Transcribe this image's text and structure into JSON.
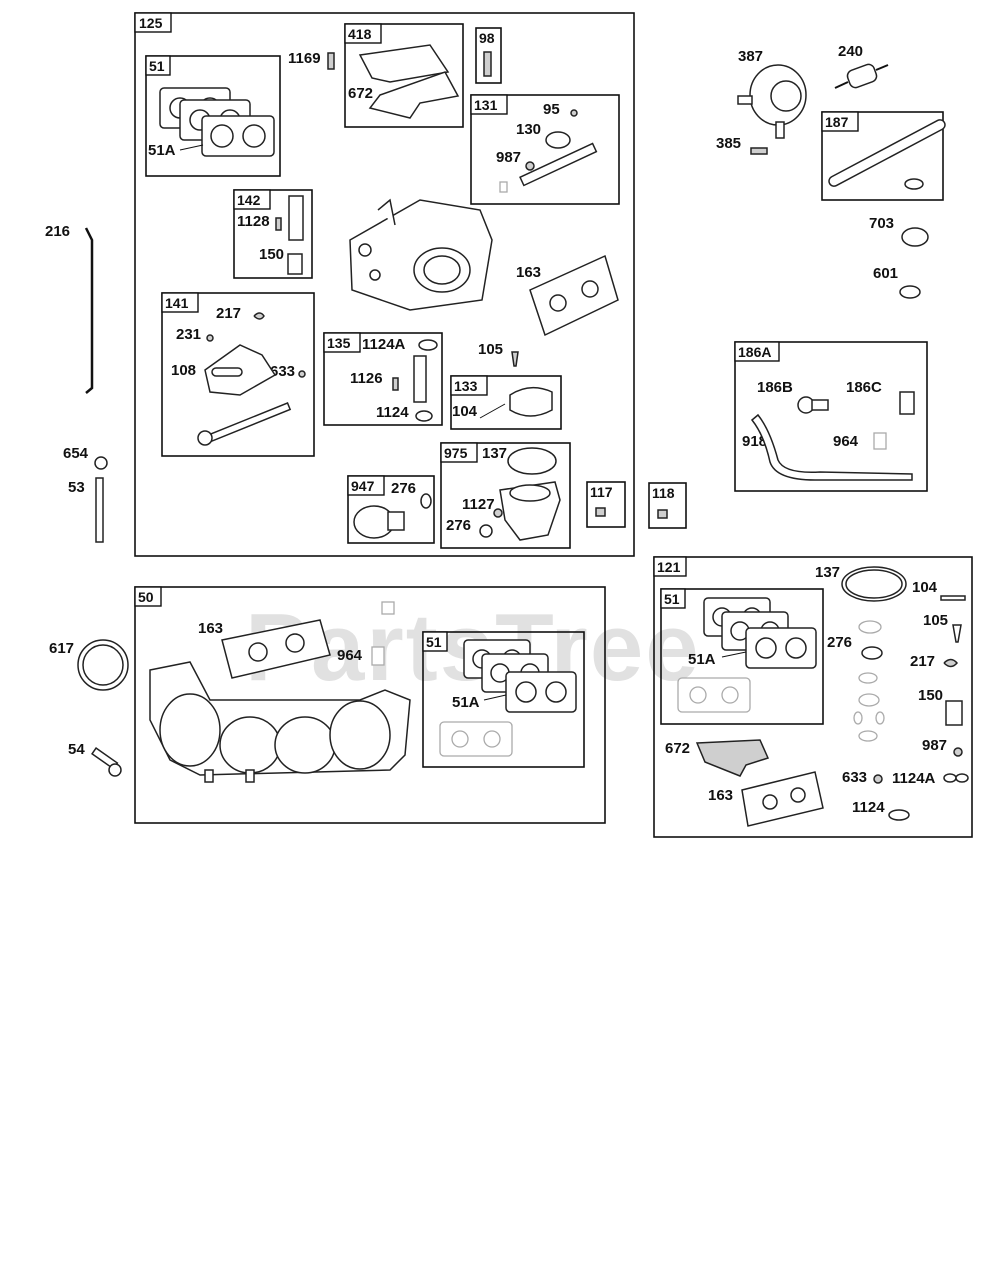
{
  "watermark": "PartsTree",
  "group_tags": {
    "g125": "125",
    "g51a": "51",
    "g418": "418",
    "g98": "98",
    "g131": "131",
    "g142": "142",
    "g141": "141",
    "g135": "135",
    "g133": "133",
    "g975": "975",
    "g947": "947",
    "g117": "117",
    "g118": "118",
    "g187": "187",
    "g186A": "186A",
    "g50": "50",
    "g51b": "51",
    "g121": "121",
    "g51c": "51"
  },
  "labels": {
    "l1169": "1169",
    "l51A_1": "51A",
    "l672_1": "672",
    "l95": "95",
    "l130": "130",
    "l987_1": "987",
    "l1128": "1128",
    "l150_1": "150",
    "l163_1": "163",
    "l217_1": "217",
    "l231": "231",
    "l108": "108",
    "l633_1": "633",
    "l1124A_1": "1124A",
    "l1126": "1126",
    "l1124_1": "1124",
    "l105_1": "105",
    "l104_1": "104",
    "l137_1": "137",
    "l1127": "1127",
    "l276_1": "276",
    "l276_2": "276",
    "l276_3": "276",
    "l216": "216",
    "l654": "654",
    "l53": "53",
    "l387": "387",
    "l240": "240",
    "l385": "385",
    "l703": "703",
    "l601": "601",
    "l186B": "186B",
    "l186C": "186C",
    "l918": "918",
    "l964_1": "964",
    "l617": "617",
    "l54": "54",
    "l163_2": "163",
    "l964_2": "964",
    "l51A_2": "51A",
    "l137_2": "137",
    "l104_2": "104",
    "l105_2": "105",
    "l51A_3": "51A",
    "l217_2": "217",
    "l150_2": "150",
    "l987_2": "987",
    "l672_2": "672",
    "l633_2": "633",
    "l1124A_2": "1124A",
    "l163_3": "163",
    "l1124_2": "1124"
  }
}
